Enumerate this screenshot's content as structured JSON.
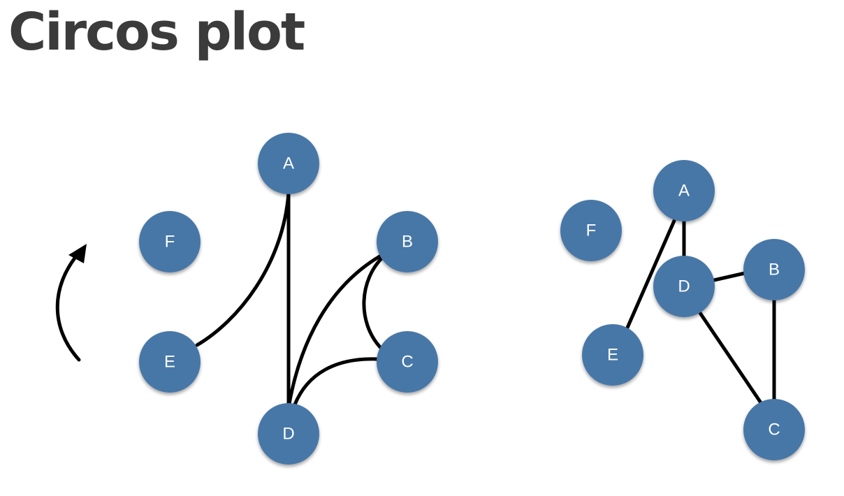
{
  "title": "Circos plot",
  "colors": {
    "node_fill": "#4677a7",
    "edge": "#000000",
    "title": "#3b3b3b"
  },
  "circos_diagram": {
    "nodes": [
      {
        "id": "A",
        "label": "A"
      },
      {
        "id": "B",
        "label": "B"
      },
      {
        "id": "C",
        "label": "C"
      },
      {
        "id": "D",
        "label": "D"
      },
      {
        "id": "E",
        "label": "E"
      },
      {
        "id": "F",
        "label": "F"
      }
    ],
    "edges": [
      {
        "from": "A",
        "to": "E"
      },
      {
        "from": "A",
        "to": "D"
      },
      {
        "from": "B",
        "to": "D"
      },
      {
        "from": "B",
        "to": "C"
      },
      {
        "from": "C",
        "to": "D"
      }
    ],
    "arrow_icon": "curved-arrow-icon"
  },
  "network_diagram": {
    "nodes": [
      {
        "id": "A",
        "label": "A"
      },
      {
        "id": "B",
        "label": "B"
      },
      {
        "id": "C",
        "label": "C"
      },
      {
        "id": "D",
        "label": "D"
      },
      {
        "id": "E",
        "label": "E"
      },
      {
        "id": "F",
        "label": "F"
      }
    ],
    "edges": [
      {
        "from": "A",
        "to": "E"
      },
      {
        "from": "A",
        "to": "D"
      },
      {
        "from": "D",
        "to": "B"
      },
      {
        "from": "D",
        "to": "C"
      },
      {
        "from": "B",
        "to": "C"
      }
    ]
  }
}
